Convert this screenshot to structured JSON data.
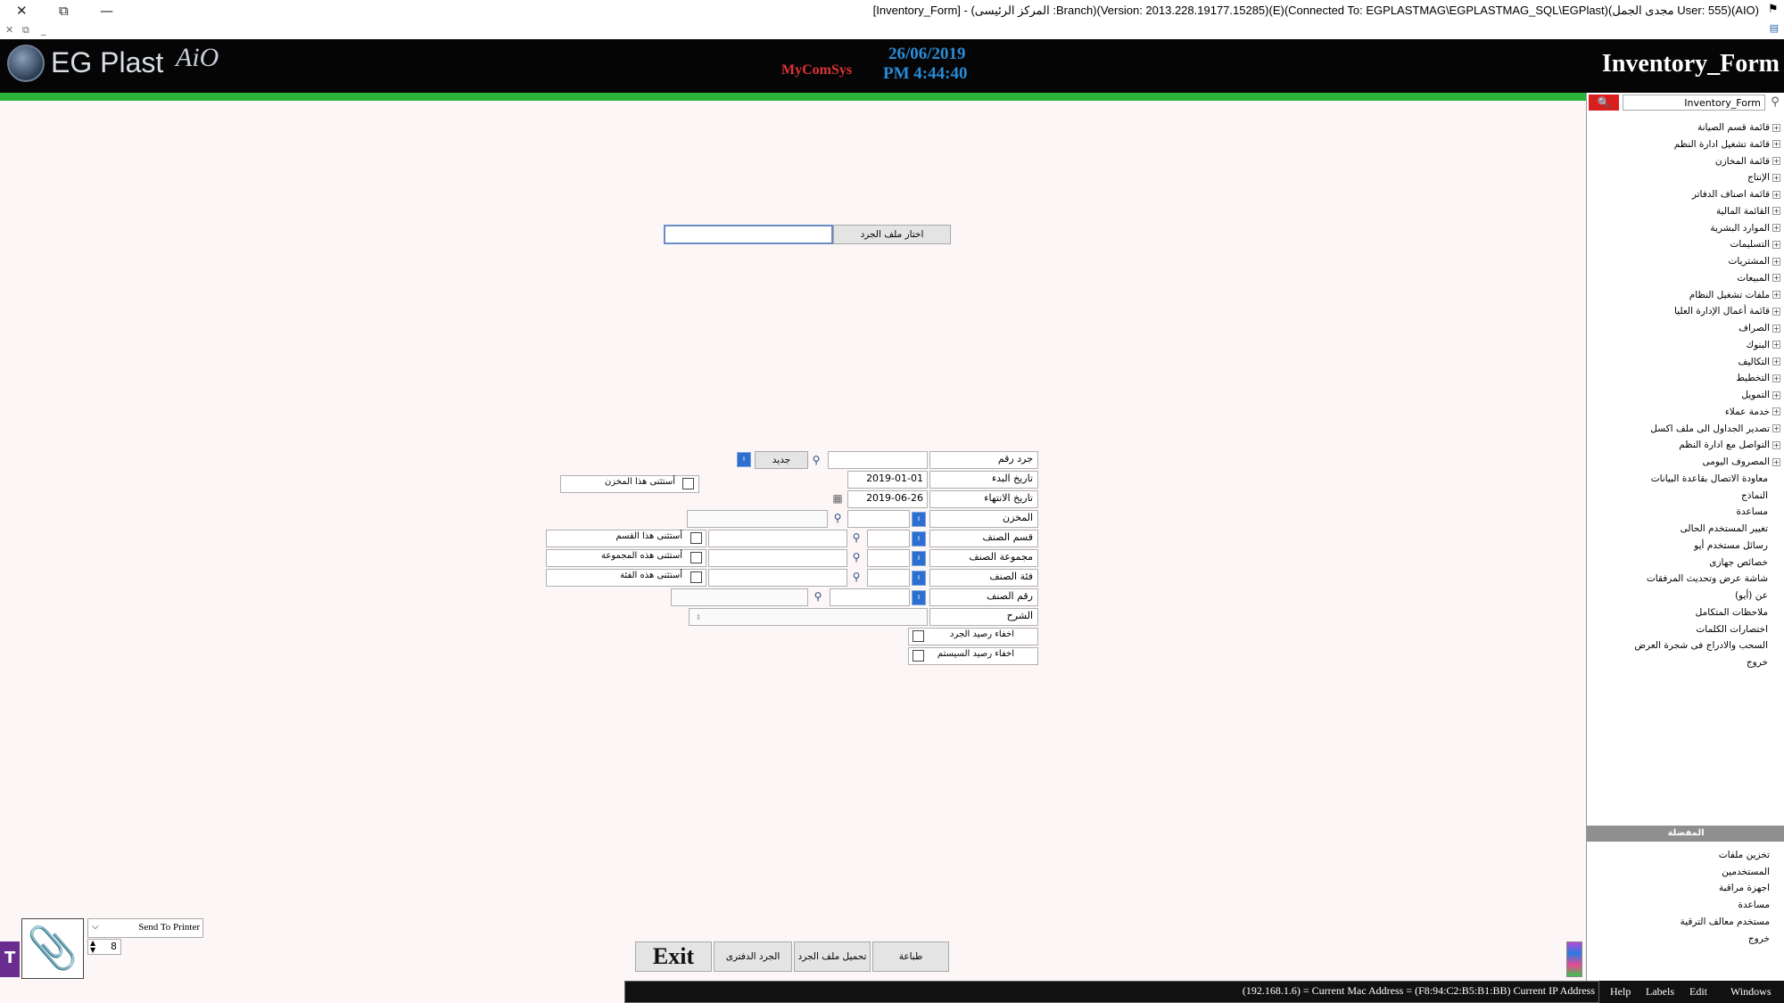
{
  "window": {
    "title": "[Inventory_Form] - (المركز الرئيسى :Branch)(Version: 2013.228.19177.15285)(E)(Connected To: EGPLASTMAG\\EGPLASTMAG_SQL\\EGPlast)(مجدى الجمل User: 555)(AIO)",
    "close": "✕",
    "restore": "⧉",
    "minimize": "—"
  },
  "header": {
    "logo_text": "EG Plast",
    "logo_sub": "AiO",
    "brand": "MyComSys",
    "date": "26/06/2019",
    "time": "PM 4:44:40",
    "form_title": "Inventory_Form"
  },
  "sidebar": {
    "search_value": "Inventory_Form",
    "tree": [
      "قائمة قسم الصيانة",
      "قائمة تشغيل ادارة النظم",
      "قائمة المخازن",
      "الإنتاج",
      "قائمة اصناف الدفاتر",
      "القائمة المالية",
      "الموارد البشرية",
      "التسليمات",
      "المشتريات",
      "المبيعات",
      "ملفات تشغيل النظام",
      "قائمة أعمال الإدارة العليا",
      "الصراف",
      "البنوك",
      "التكاليف",
      "التخطيط",
      "التمويل",
      "خدمة عملاء",
      "تصدير الجداول الى ملف اكسل",
      "التواصل مع ادارة النظم",
      "المصروف اليومى"
    ],
    "leaf_items": [
      "معاودة الاتصال بقاعدة البيانات",
      "النماذج",
      "مساعدة",
      "تغيير المستخدم الحالى",
      "رسائل مستخدم أيو",
      "خصائص جهازى",
      "شاشة عرض وتحديث المرفقات",
      "عن (أيو)",
      "ملاحظات المتكامل",
      "اختصارات الكلمات",
      "السحب والادراج فى شجرة العرض",
      "خروج"
    ],
    "favorites_header": "المفضلة",
    "favorites": [
      "تخزين ملفات",
      "المستخدمين",
      "اجهزة مراقبة",
      "مساعدة",
      "مستخدم معالف الترقية",
      "خروج"
    ]
  },
  "form": {
    "choose_file_label": "اختار ملف الجرد",
    "choose_file_value": "",
    "inventory_no_label": "جرد رقم",
    "new_label": "جديد",
    "start_date_label": "تاريخ البدء",
    "start_date_value": "2019-01-01",
    "end_date_label": "تاريخ الانتهاء",
    "end_date_value": "2019-06-26",
    "store_label": "المخزن",
    "except_store_label": "أستثنى هذا المخزن",
    "item_section_label": "قسم الصنف",
    "except_section_label": "أستثنى هذا القسم",
    "item_group_label": "مجموعة الصنف",
    "except_group_label": "أستثنى هذه المجموعة",
    "item_category_label": "فئة الصنف",
    "except_category_label": "أستثنى هذه الفئة",
    "item_no_label": "رقم الصنف",
    "description_label": "الشرح",
    "hide_inventory_balance_label": "اخفاء رصيد الجرد",
    "hide_system_balance_label": "اخفاء رصيد السيستم"
  },
  "bottom": {
    "exit_label": "Exit",
    "book_inventory_label": "الجرد الدفترى",
    "load_file_label": "تحميل ملف الجرد",
    "print_label": "طباعة",
    "send_to_printer": "Send To Printer",
    "copies": "8",
    "status_text": "(192.168.1.6) = Current Mac Address = (F8:94:C2:B5:B1:BB) Current IP Address",
    "menu": [
      "Help",
      "Labels",
      "Edit",
      "Windows"
    ]
  },
  "colors": {
    "header_bg": "#050505",
    "green_bar": "#2bb23b",
    "accent_blue": "#2a8bd6",
    "search_red": "#d71f1f"
  }
}
